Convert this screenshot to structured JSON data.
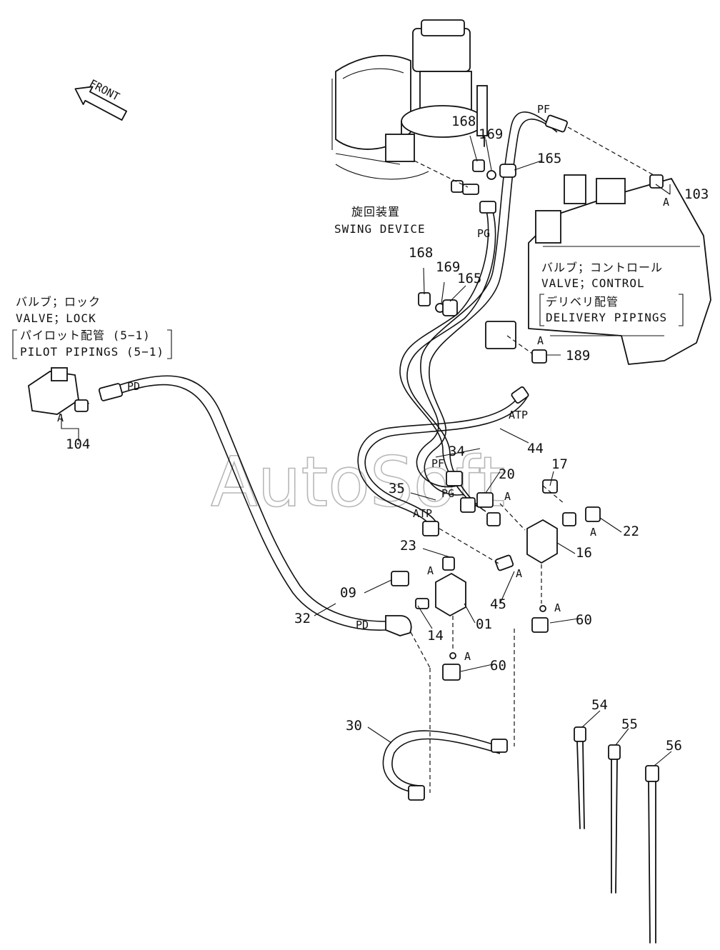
{
  "front_arrow": {
    "label": "FRONT"
  },
  "swing_device": {
    "label_jp": "旋回装置",
    "label_en": "SWING DEVICE"
  },
  "control_valve": {
    "line1_jp": "バルブ；コントロール",
    "line2_en": "VALVE；CONTROL",
    "line3_jp": "デリベリ配管",
    "line4_en": "DELIVERY PIPINGS"
  },
  "lock_valve": {
    "line1_jp": "バルブ；ロック",
    "line2_en": "VALVE；LOCK",
    "line3_jp": "パイロット配管 (5−1)",
    "line4_en": "PILOT PIPINGS (5−1)"
  },
  "ports": {
    "pf_top": "PF",
    "pg_top": "PG",
    "pd_left": "PD",
    "atp_right": "ATP",
    "pf_mid": "PF",
    "pg_mid": "PG",
    "atp_mid": "ATP",
    "pd_bottom": "PD"
  },
  "ref_a": "A",
  "part_numbers": {
    "p168a": "168",
    "p169a": "169",
    "p165a": "165",
    "p103": "103",
    "p168b": "168",
    "p169b": "169",
    "p165b": "165",
    "p189": "189",
    "p104": "104",
    "p44": "44",
    "p34": "34",
    "p35": "35",
    "p17": "17",
    "p20": "20",
    "p22": "22",
    "p16": "16",
    "p23": "23",
    "p45": "45",
    "p09": "09",
    "p01": "01",
    "p32": "32",
    "p14": "14",
    "p60a": "60",
    "p60b": "60",
    "p30": "30",
    "p54": "54",
    "p55": "55",
    "p56": "56"
  },
  "watermark": "AutoSoft"
}
